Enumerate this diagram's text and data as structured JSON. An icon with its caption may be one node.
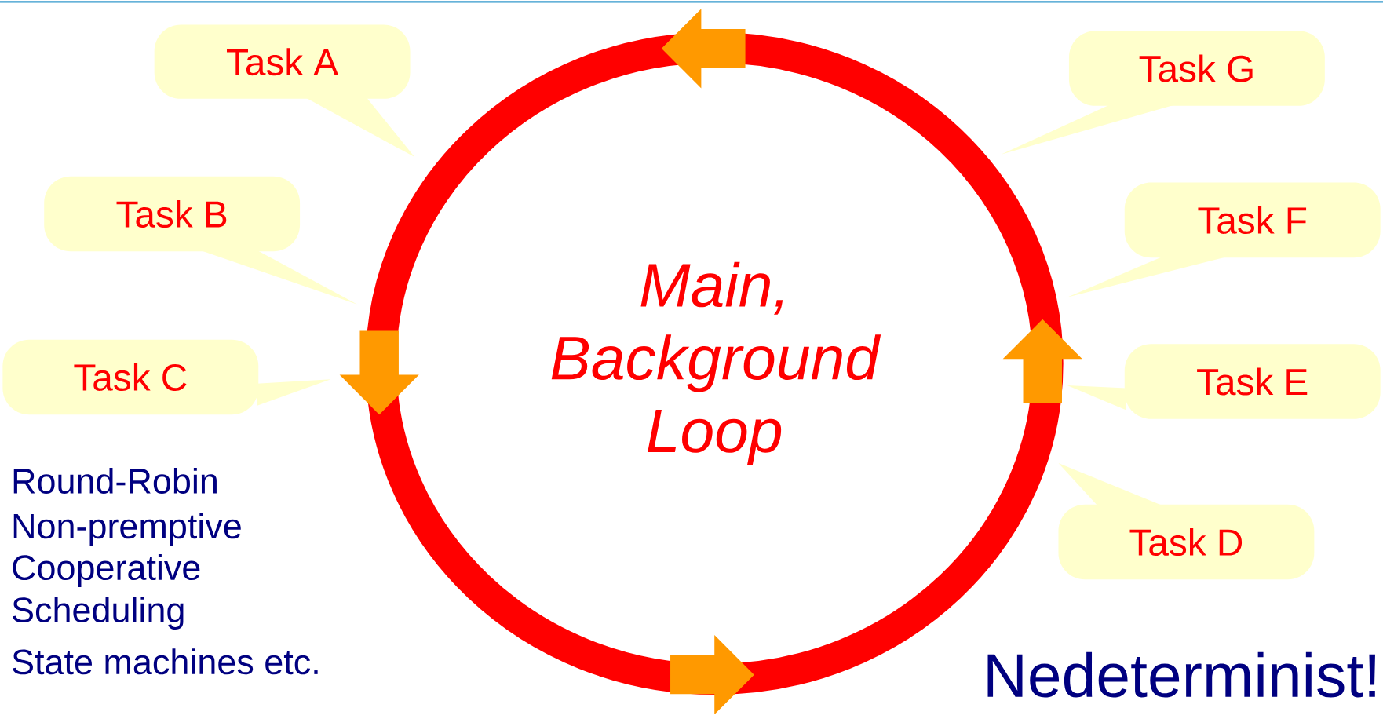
{
  "diagram": {
    "nodes": [
      {
        "text": [
          "Main, Background Loop"
        ]
      },
      {
        "text": [
          "Task A"
        ]
      },
      {
        "text": [
          "Task G"
        ]
      },
      {
        "text": [
          "Task B"
        ]
      },
      {
        "text": [
          "Task F"
        ]
      },
      {
        "text": [
          "Task C"
        ]
      },
      {
        "text": [
          "Task E"
        ]
      },
      {
        "text": [
          "Task D"
        ]
      }
    ],
    "labels": [
      "Round-Robin",
      "Non-premptive",
      "Cooperative",
      "Scheduling",
      "State machines etc.",
      "Nedeterminist!"
    ]
  }
}
